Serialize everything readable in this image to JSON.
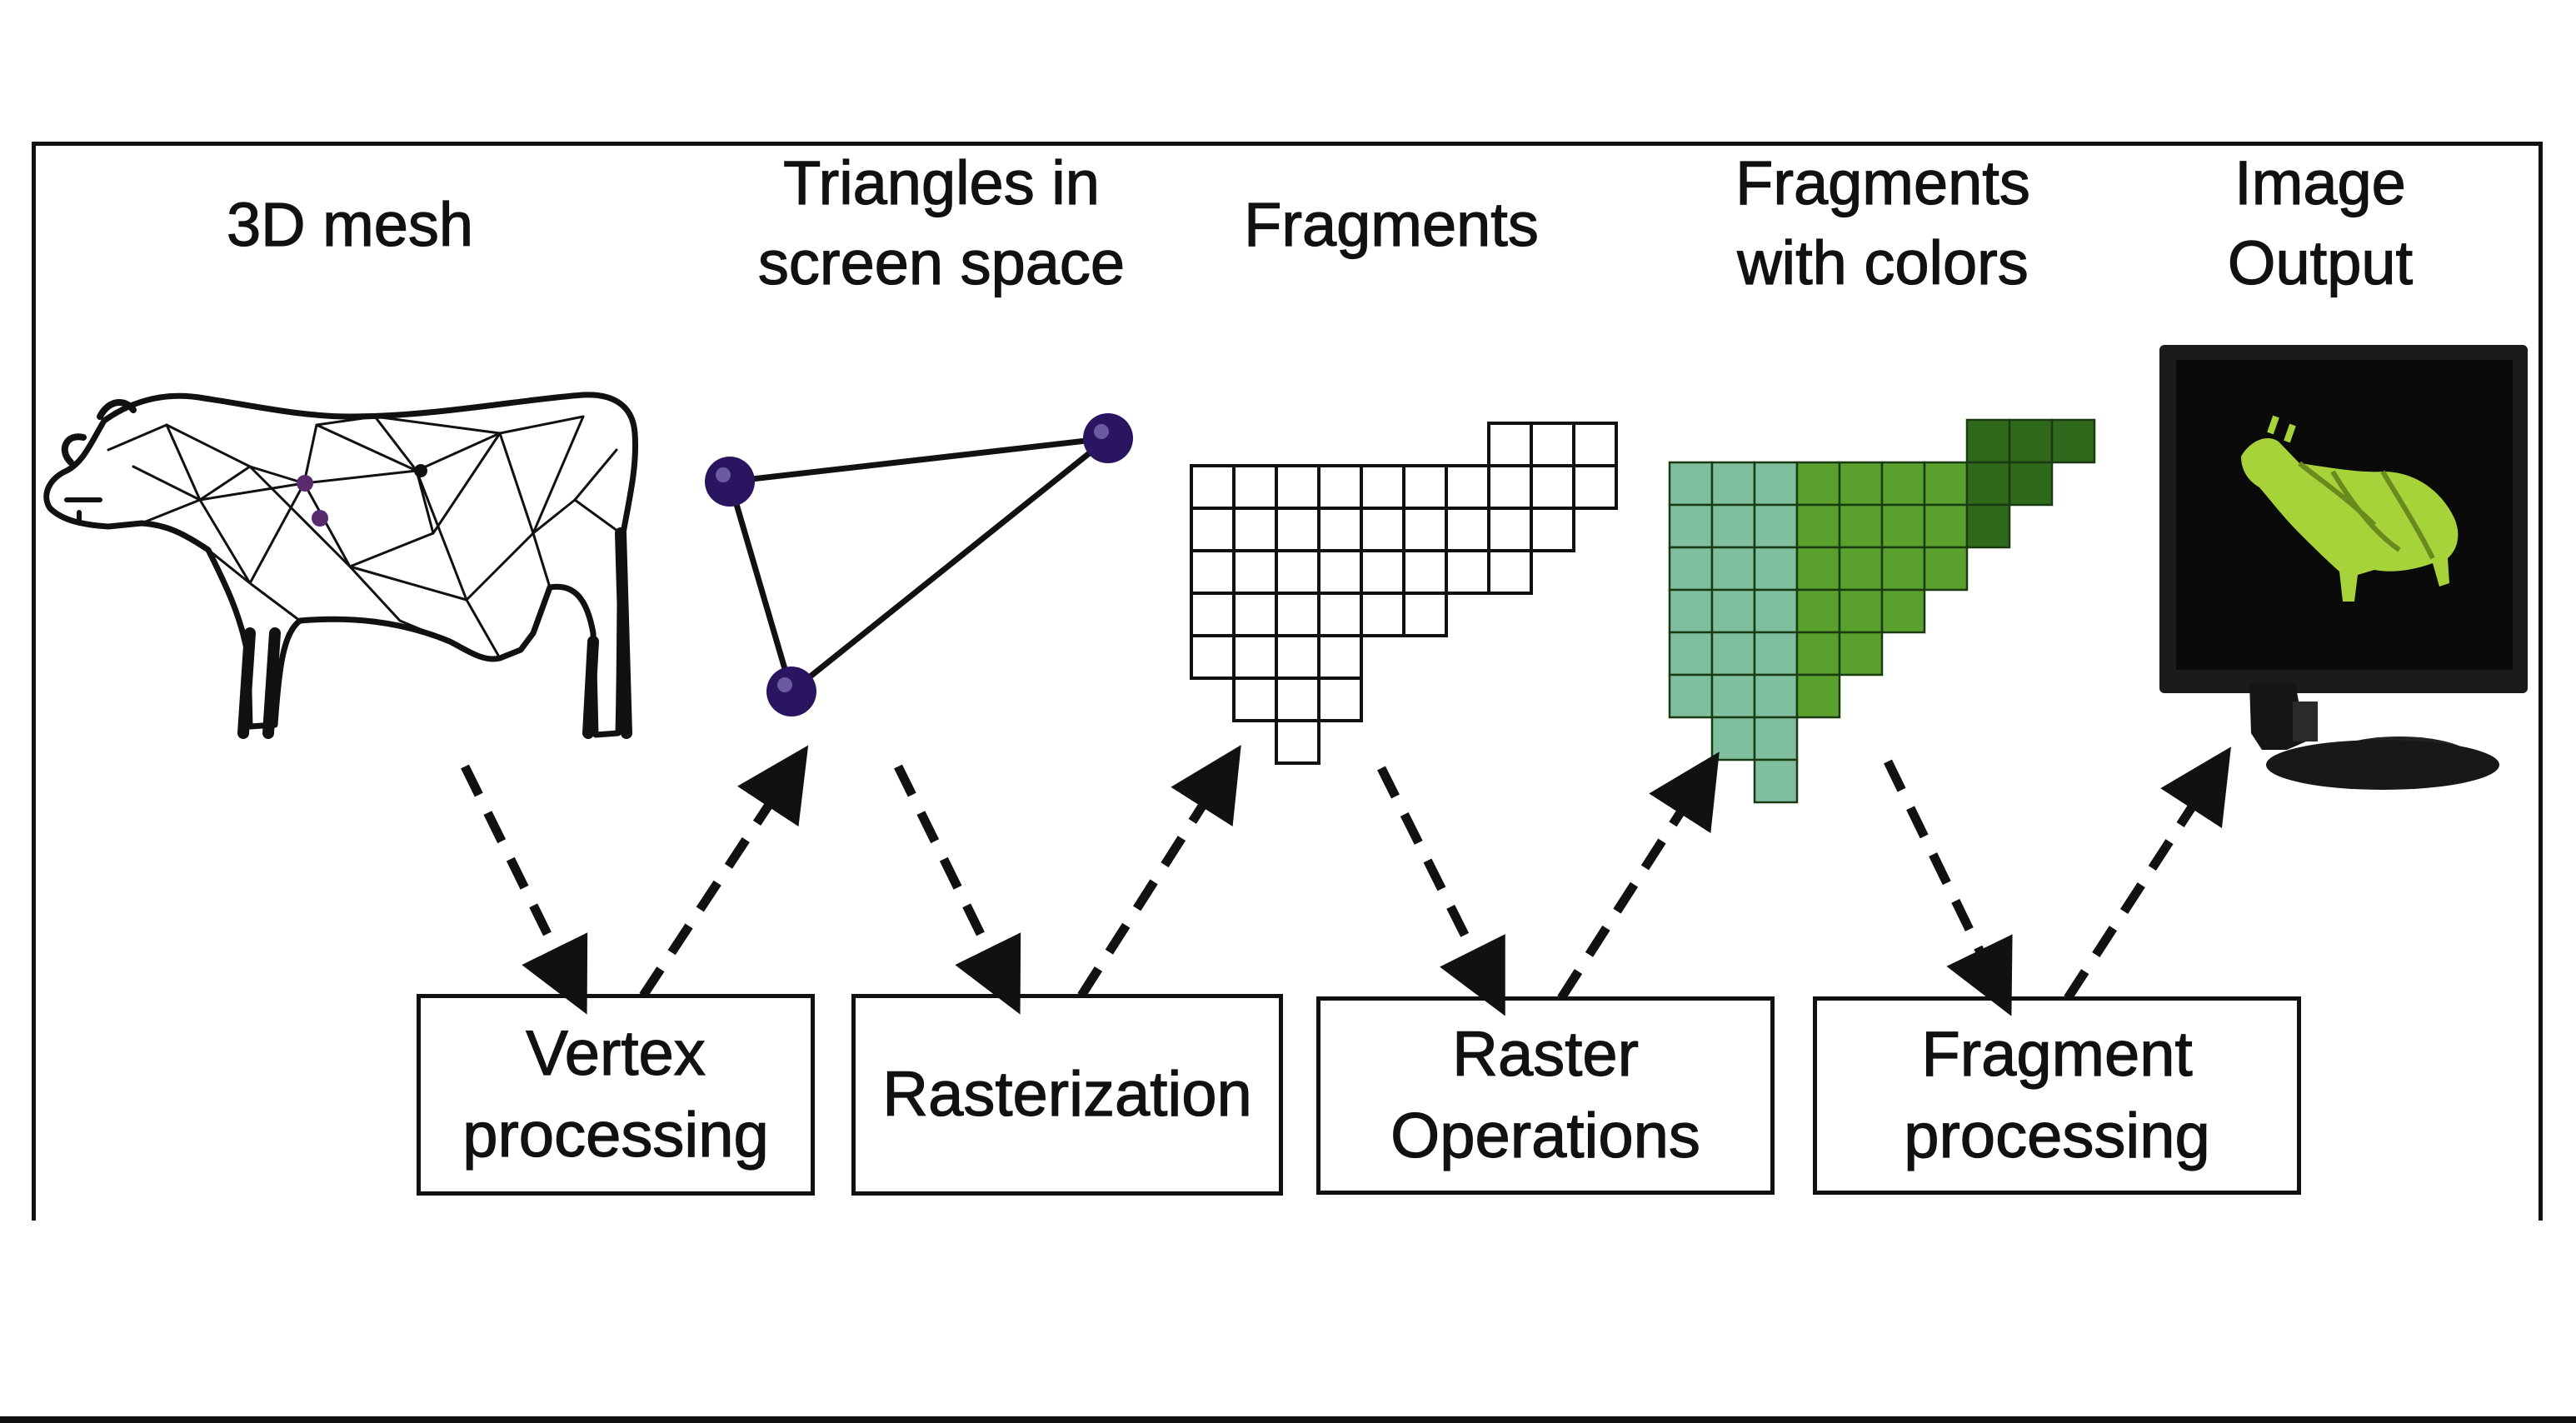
{
  "stages": [
    {
      "id": "mesh",
      "title": "3D mesh"
    },
    {
      "id": "triangles",
      "title": "Triangles in\nscreen space"
    },
    {
      "id": "fragments",
      "title": "Fragments"
    },
    {
      "id": "colored",
      "title": "Fragments\nwith colors"
    },
    {
      "id": "image",
      "title": "Image\nOutput"
    }
  ],
  "processes": [
    {
      "id": "vertex",
      "label": "Vertex\nprocessing"
    },
    {
      "id": "raster",
      "label": "Rasterization"
    },
    {
      "id": "rop",
      "label": "Raster\nOperations"
    },
    {
      "id": "fragment",
      "label": "Fragment\nprocessing"
    }
  ],
  "colors": {
    "line": "#111111",
    "vertex": "#2a1660",
    "teal": "#7fbfa0",
    "green": "#5aa02c",
    "dark_green": "#2f6a1c",
    "screen": "#0a0a0a",
    "cow_render": "#a6d23a"
  },
  "icons": [
    "cow-mesh-icon",
    "monitor-icon"
  ]
}
